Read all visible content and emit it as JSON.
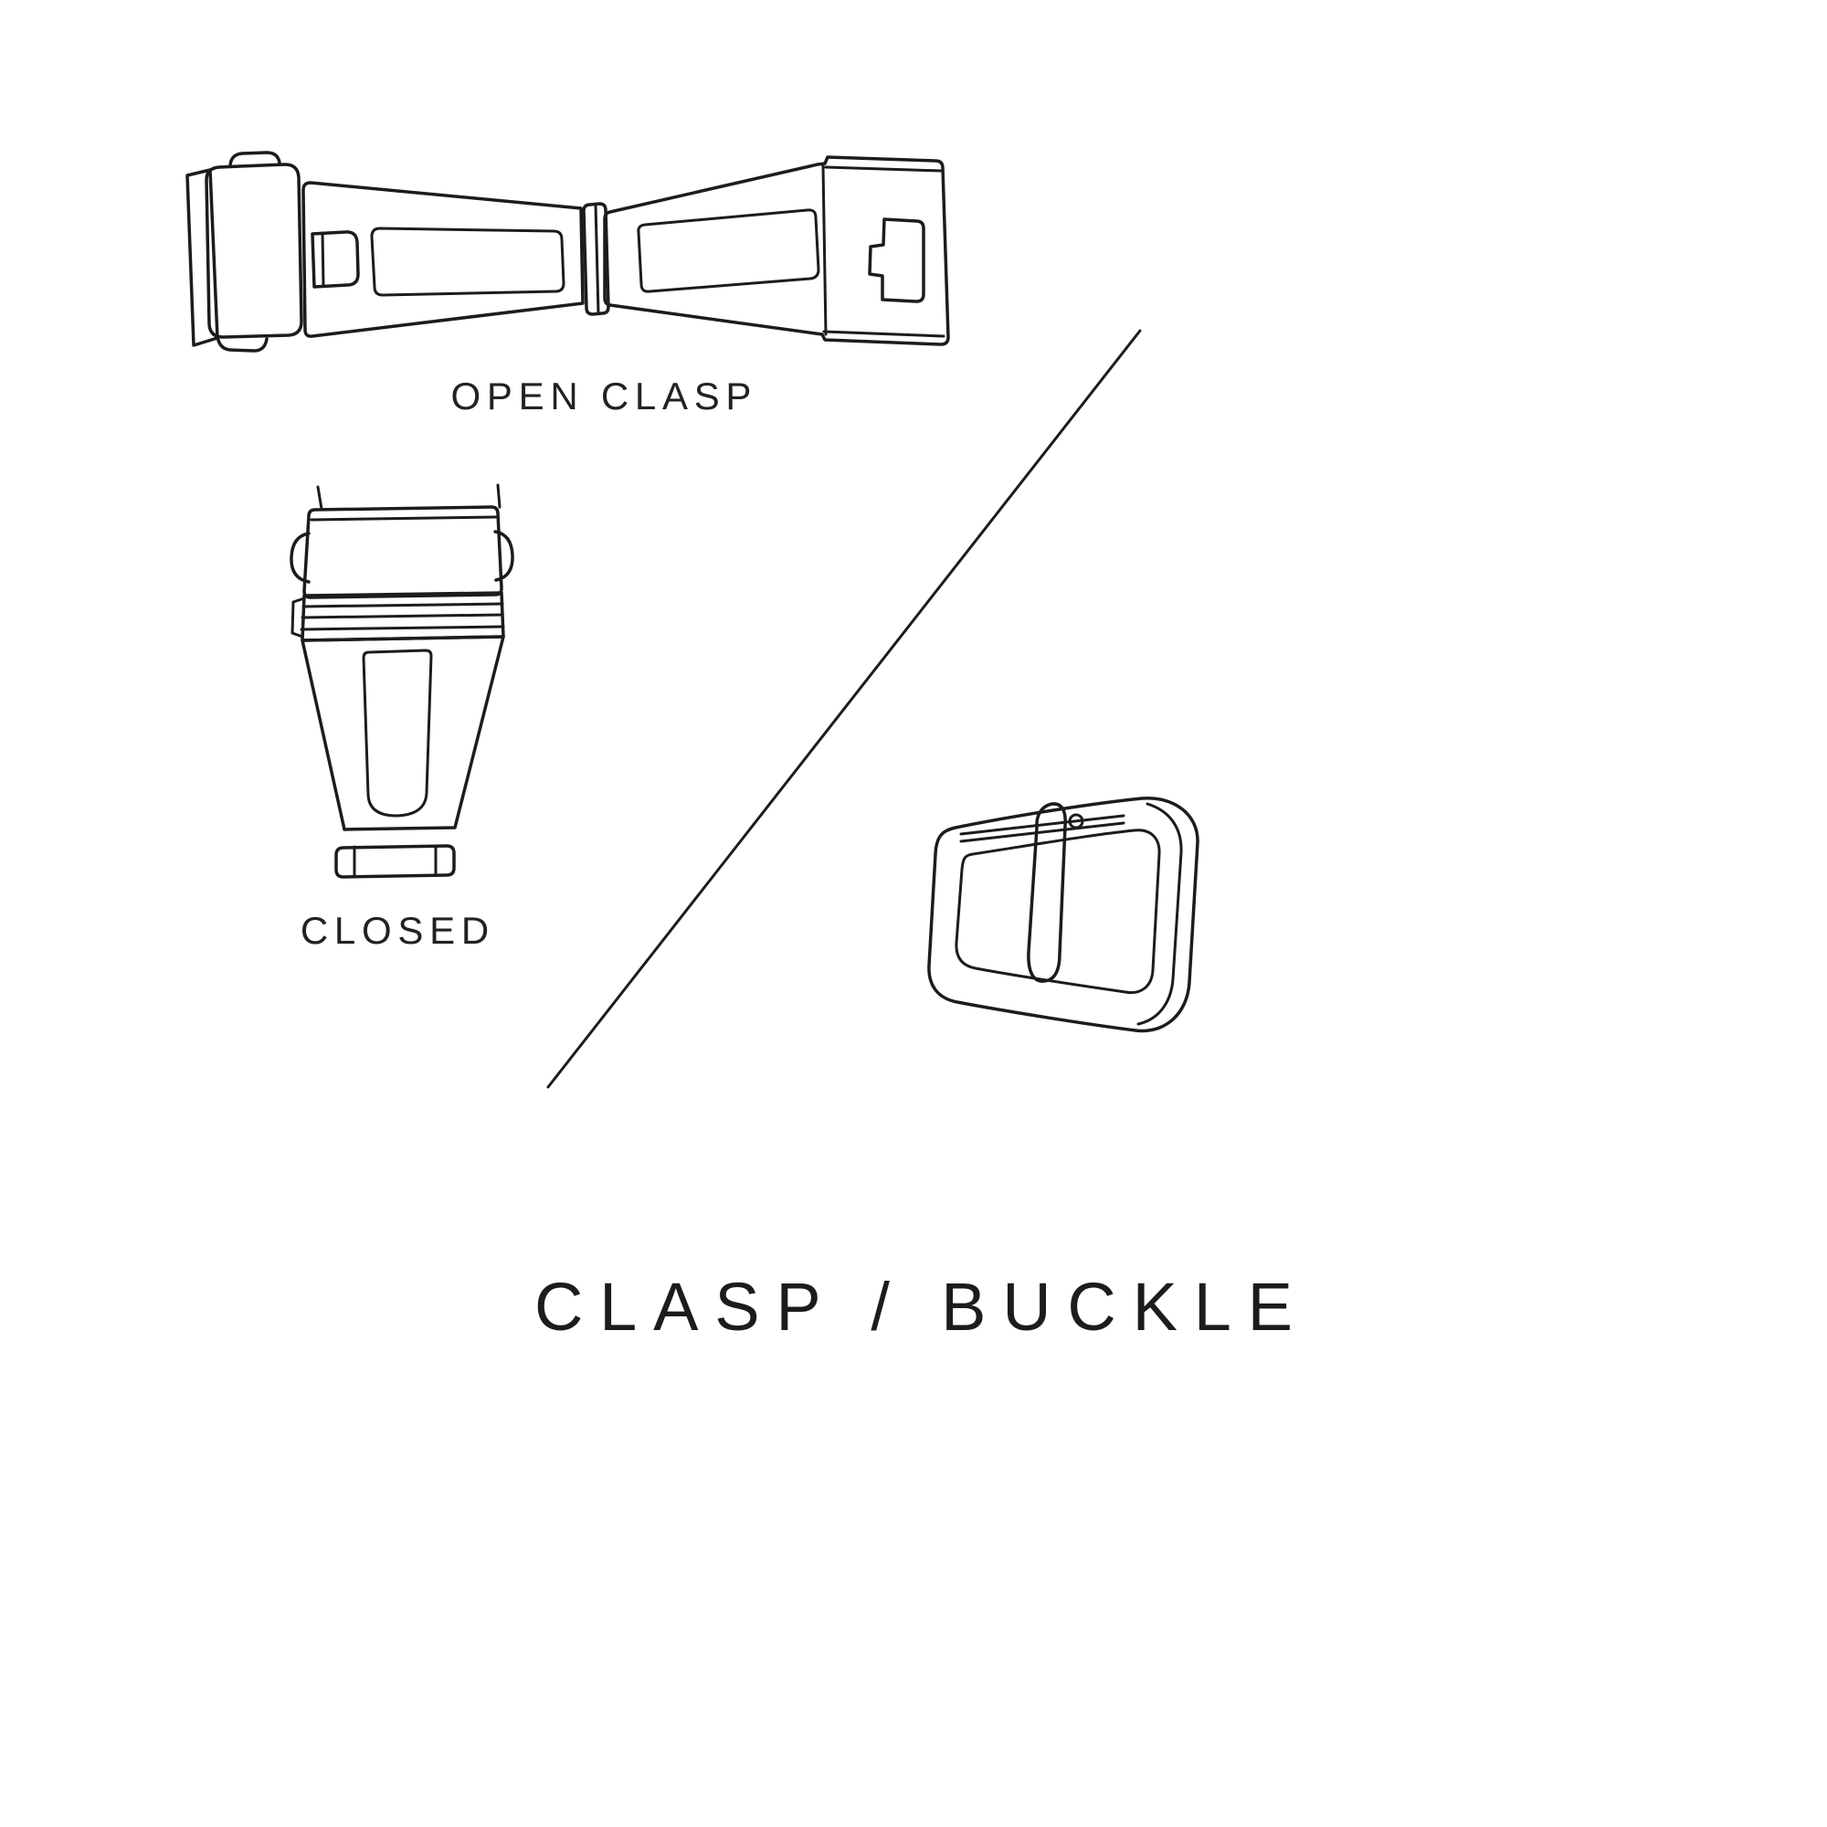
{
  "page": {
    "background": "#ffffff",
    "ink_color": "#1c1c1c",
    "kind": "watch strap clasp and buckle line-art diagram"
  },
  "labels": {
    "open_clasp": "OPEN CLASP",
    "closed": "CLOSED"
  },
  "title": "CLASP / BUCKLE",
  "illustrations": {
    "open_clasp": "open-deployant-clasp-line-drawing",
    "closed_clasp": "closed-deployant-clasp-line-drawing",
    "buckle": "tang-buckle-line-drawing",
    "divider": "diagonal-divider-line"
  }
}
